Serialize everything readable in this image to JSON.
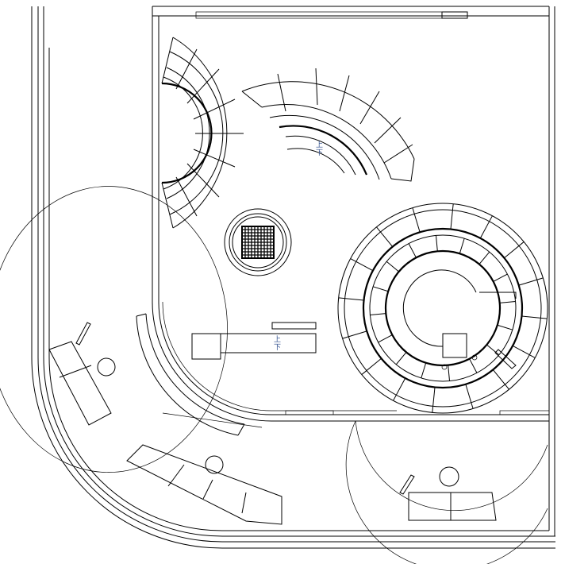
{
  "labels": {
    "top_stair_mark": "上",
    "top_stair_mark2": "下",
    "center_mark": "上",
    "center_mark2": "下"
  },
  "colors": {
    "stroke": "#000000",
    "annotation": "#2a4a8a",
    "background": "#ffffff"
  }
}
